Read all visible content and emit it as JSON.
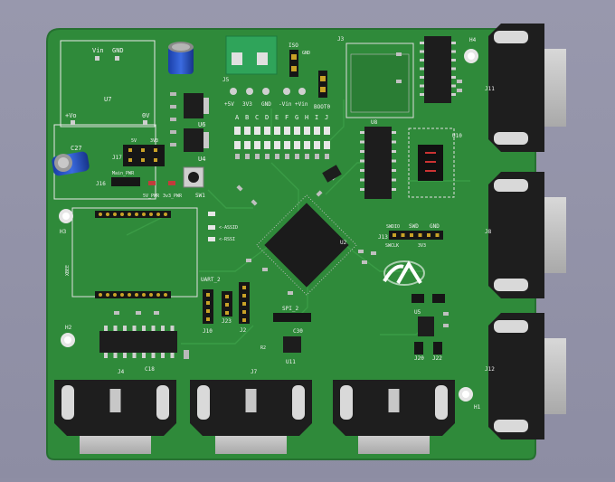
{
  "title": "PCB 3D render",
  "colors": {
    "board": "#2f8a3a",
    "silk": "#f2f2f2",
    "chip": "#1d1d1d",
    "pad": "#c9c9c9",
    "connector": "#1e1e1e",
    "gold": "#c9a227"
  },
  "refs": {
    "u7": "U7",
    "u6": "U6",
    "u4": "U4",
    "u8": "U8",
    "u10": "U10",
    "u11": "U11",
    "u5": "U5",
    "u2": "U2",
    "j5": "J5",
    "j3": "J3",
    "j4": "J4",
    "j7": "J7",
    "j8": "J8",
    "j10": "J10",
    "j11": "J11",
    "j12": "J12",
    "j13": "J13",
    "j16": "J16",
    "j17": "J17",
    "j2": "J2",
    "j20": "J20",
    "j22": "J22",
    "j23": "J23",
    "h1": "H1",
    "h2": "H2",
    "h3": "H3",
    "h4": "H4",
    "sw1": "SW1",
    "c27": "C27",
    "c30": "C30",
    "c18": "C18",
    "r2": "R2",
    "uart2": "UART_2",
    "spi2": "SPI_2",
    "iso": "ISO",
    "boot0": "BOOT0"
  },
  "module_labels": {
    "vin": "Vin",
    "gnd": "GND",
    "plus_vo": "+Vo",
    "zero_v": "0V",
    "v3_label": "3V3",
    "v5": "5V",
    "main_pwr": "Main_PWR",
    "pwr_5v": "5V_PWR",
    "pwr_3v3": "3v3_PWR"
  },
  "j5_pins": [
    "+5V",
    "3V3",
    "GND",
    "-Vin",
    "+Vin"
  ],
  "led_letters": [
    "A",
    "B",
    "C",
    "D",
    "E",
    "F",
    "G",
    "H",
    "I",
    "J"
  ],
  "swd": {
    "title": "SWD",
    "swdio": "SWDIO",
    "gnd": "GND",
    "swclk": "SWCLK",
    "v3": "3V3"
  },
  "led_labels": {
    "l1": "<-ASSID",
    "l2": "<-RSSI"
  },
  "side_text": "XBEE",
  "logo": "NV"
}
